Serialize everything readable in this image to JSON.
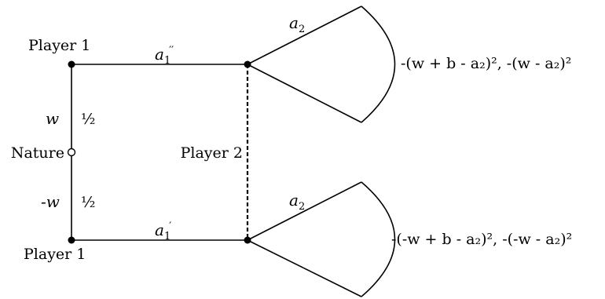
{
  "nodes": {
    "player1_top": "Player 1",
    "player1_bottom": "Player 1",
    "nature": "Nature",
    "player2": "Player 2"
  },
  "moves": {
    "nature_up": "w",
    "nature_down": "-w",
    "prob_up": "½",
    "prob_down": "½",
    "p1_top_action": "a",
    "p1_top_action_sub": "1",
    "p1_top_action_prime": "′′",
    "p1_bottom_action": "a",
    "p1_bottom_action_sub": "1",
    "p1_bottom_action_prime": "′",
    "p2_top_action": "a",
    "p2_top_action_sub": "2",
    "p2_bottom_action": "a",
    "p2_bottom_action_sub": "2"
  },
  "payoffs": {
    "top": "-(w + b - a₂)², -(w - a₂)²",
    "bottom": "-(-w + b - a₂)², -(-w - a₂)²"
  }
}
